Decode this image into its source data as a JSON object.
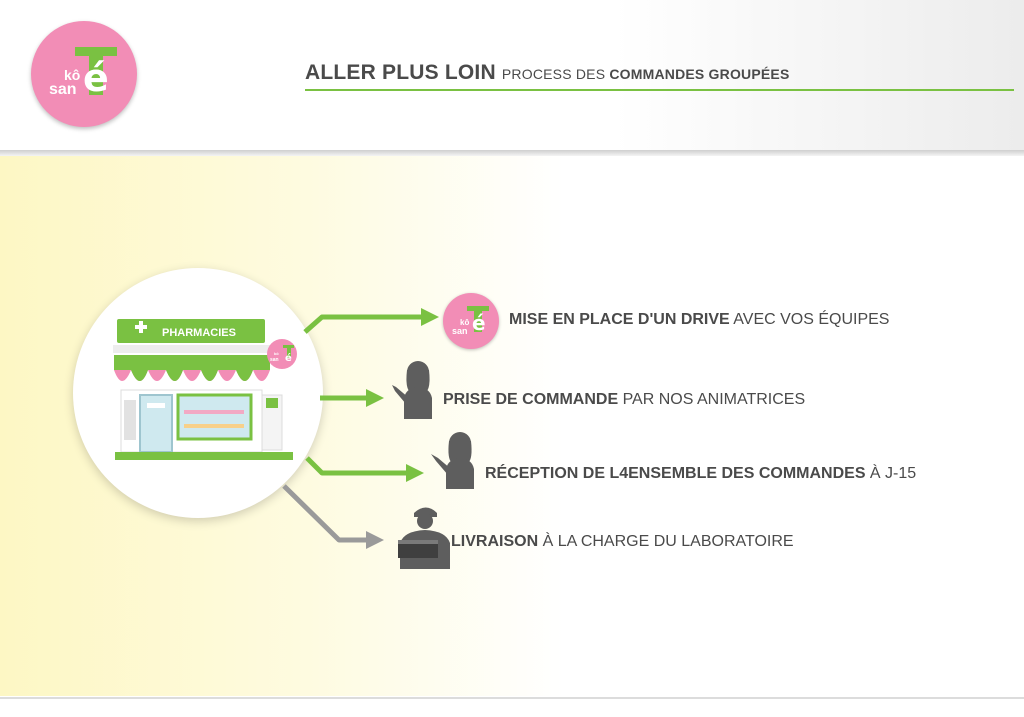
{
  "header": {
    "logo": {
      "top": "kô",
      "bottom": "san",
      "accent": "é"
    },
    "title_main": "ALLER PLUS LOIN",
    "title_sub_plain": "PROCESS DES",
    "title_sub_bold": "COMMANDES GROUPÉES"
  },
  "shop": {
    "sign": "PHARMACIES",
    "badge_logo": {
      "top": "kô",
      "bottom": "san",
      "accent": "é"
    }
  },
  "steps": [
    {
      "bold": "MISE EN PLACE D'UN DRIVE",
      "plain": " AVEC VOS ÉQUIPES",
      "icon": "kosante-logo-icon"
    },
    {
      "bold": "PRISE DE COMMANDE",
      "plain": " PAR NOS ANIMATRICES",
      "icon": "woman-pointing-icon"
    },
    {
      "bold": "RÉCEPTION DE L4ENSEMBLE DES COMMANDES",
      "plain": " À J-15",
      "icon": "woman-pointing-icon"
    },
    {
      "bold": "LIVRAISON",
      "plain": " À LA CHARGE DU LABORATOIRE",
      "icon": "delivery-person-icon"
    }
  ],
  "colors": {
    "brand_pink": "#f28db6",
    "brand_green": "#7ac142",
    "text_gray": "#4a4a4a",
    "arrow_gray": "#9a9a9a",
    "icon_gray": "#5e5e5e"
  }
}
